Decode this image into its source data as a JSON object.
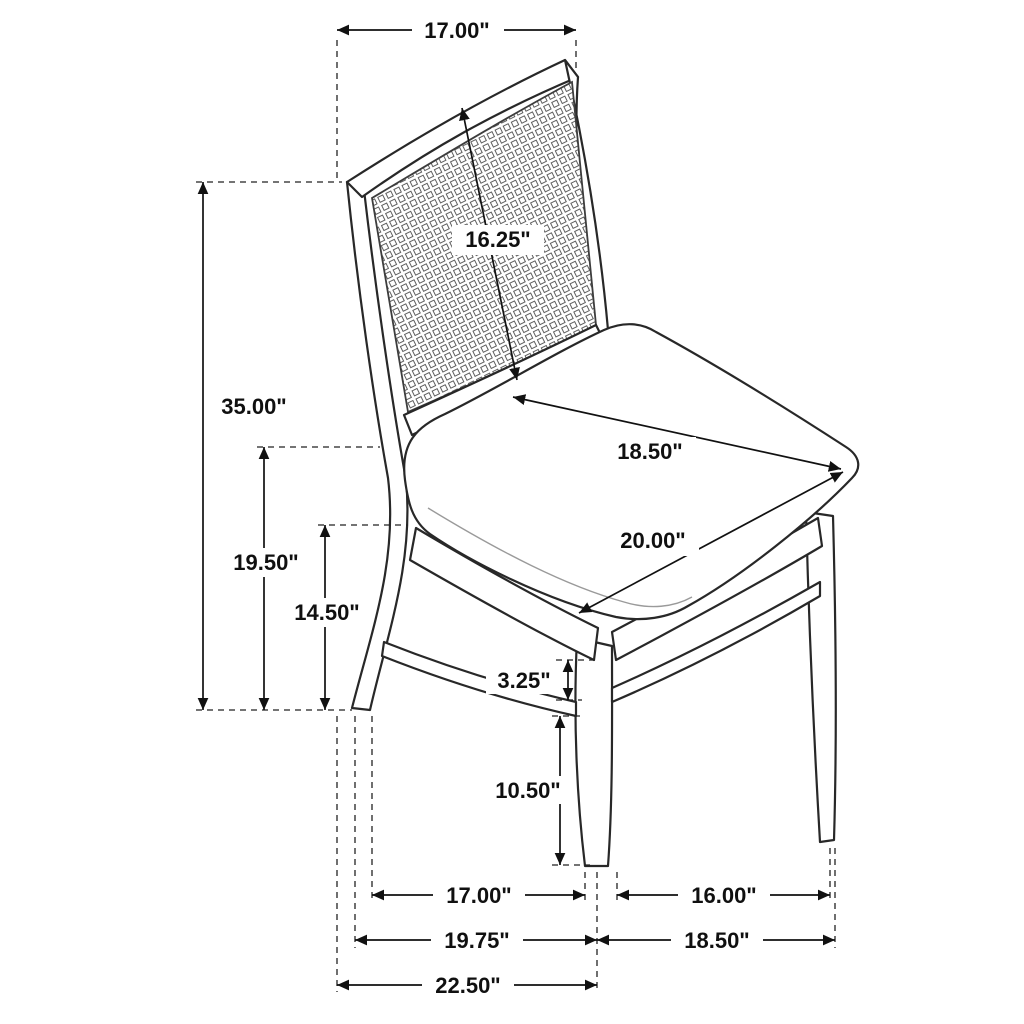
{
  "diagram": {
    "type": "product-dimension-drawing",
    "subject": "dining side chair with cane back and upholstered seat",
    "unit": "inches",
    "line_color": "#282828",
    "dimension_color": "#111111",
    "labels": {
      "back_width": "17.00\"",
      "back_panel_diagonal": "16.25\"",
      "overall_height": "35.00\"",
      "seat_height_rear": "19.50\"",
      "seat_height_front": "14.50\"",
      "seat_depth": "18.50\"",
      "seat_width": "20.00\"",
      "apron_height": "3.25\"",
      "stretcher_floor_clearance": "10.50\"",
      "leg_span_depth_inner": "17.00\"",
      "leg_span_width_inner": "16.00\"",
      "footprint_depth": "19.75\"",
      "footprint_width": "18.50\"",
      "overall_depth": "22.50\""
    }
  }
}
